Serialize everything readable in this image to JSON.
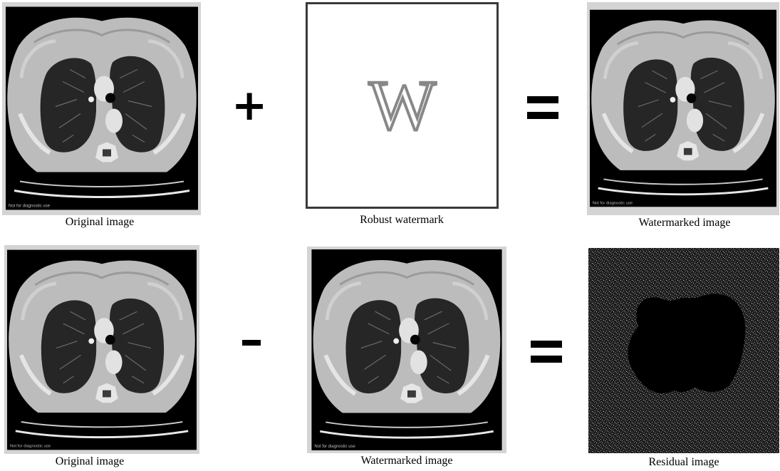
{
  "operators": {
    "plus": "+",
    "equals_top": "=",
    "minus": "-",
    "equals_bottom": "="
  },
  "watermark": {
    "letter": "W",
    "caption": "Robust watermark"
  },
  "captions": {
    "top_original": "Original image",
    "top_watermarked": "Watermarked image",
    "bottom_original": "Original image",
    "bottom_watermarked": "Watermarked image",
    "residual": "Residual image"
  },
  "ct_overlay_text": "Not for diagnostic use",
  "colors": {
    "ct_background": "#000000",
    "frame": "#d4d4d4",
    "body_tissue": "#b7b7b7",
    "lung": "#262626",
    "watermark_outline": "#888888"
  }
}
